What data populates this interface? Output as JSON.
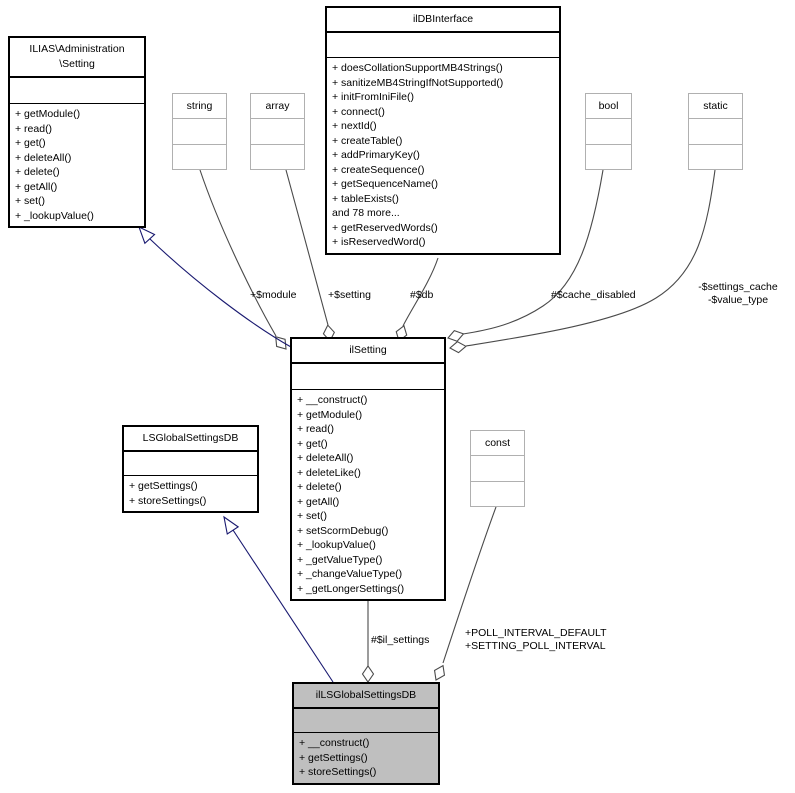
{
  "diagram": {
    "classes": {
      "ilias_admin_setting": {
        "title": "ILIAS\\Administration\n\\Setting",
        "methods": [
          "+ getModule()",
          "+ read()",
          "+ get()",
          "+ deleteAll()",
          "+ delete()",
          "+ getAll()",
          "+ set()",
          "+ _lookupValue()"
        ]
      },
      "ildbinterface": {
        "title": "ilDBInterface",
        "methods": [
          "+ doesCollationSupportMB4Strings()",
          "+ sanitizeMB4StringIfNotSupported()",
          "+ initFromIniFile()",
          "+ connect()",
          "+ nextId()",
          "+ createTable()",
          "+ addPrimaryKey()",
          "+ createSequence()",
          "+ getSequenceName()",
          "+ tableExists()",
          "and 78 more...",
          "+ getReservedWords()",
          "+ isReservedWord()"
        ]
      },
      "string_type": {
        "title": "string"
      },
      "array_type": {
        "title": "array"
      },
      "bool_type": {
        "title": "bool"
      },
      "static_type": {
        "title": "static"
      },
      "const_type": {
        "title": "const"
      },
      "ilsetting": {
        "title": "ilSetting",
        "methods": [
          "+ __construct()",
          "+ getModule()",
          "+ read()",
          "+ get()",
          "+ deleteAll()",
          "+ deleteLike()",
          "+ delete()",
          "+ getAll()",
          "+ set()",
          "+ setScormDebug()",
          "+ _lookupValue()",
          "+ _getValueType()",
          "+ _changeValueType()",
          "+ _getLongerSettings()"
        ]
      },
      "lsglobalsettingsdb": {
        "title": "LSGlobalSettingsDB",
        "methods": [
          "+ getSettings()",
          "+ storeSettings()"
        ]
      },
      "illsglobalsettingsdb": {
        "title": "ilLSGlobalSettingsDB",
        "methods": [
          "+ __construct()",
          "+ getSettings()",
          "+ storeSettings()"
        ]
      }
    },
    "edge_labels": {
      "module": "+$module",
      "setting": "+$setting",
      "db": "#$db",
      "cache_disabled": "#$cache_disabled",
      "settings_cache": "-$settings_cache\n-$value_type",
      "il_settings": "#$il_settings",
      "poll_constants": "+POLL_INTERVAL_DEFAULT\n+SETTING_POLL_INTERVAL"
    },
    "colors": {
      "edge": "#4a4a4a",
      "inheritance": "#191970",
      "highlight_fill": "#bfbfbf"
    }
  }
}
